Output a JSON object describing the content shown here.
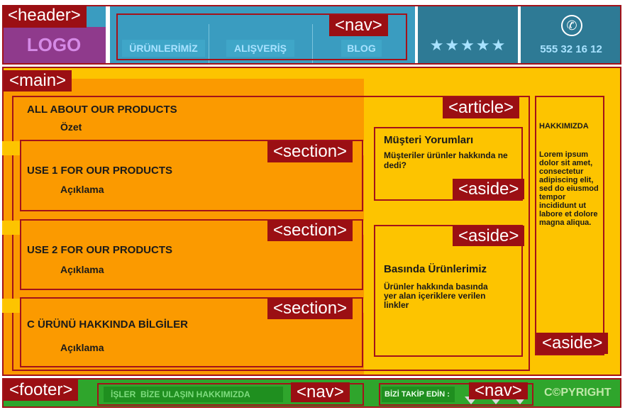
{
  "tags": {
    "header": "<header>",
    "nav_top": "<nav>",
    "main": "<main>",
    "article": "<article>",
    "section1": "<section>",
    "section2": "<section>",
    "section3": "<section>",
    "aside1": "<aside>",
    "aside2": "<aside>",
    "aside3": "<aside>",
    "footer": "<footer>",
    "nav_footer1": "<nav>",
    "nav_footer2": "<nav>"
  },
  "header": {
    "logo": "LOGO",
    "nav_items": [
      "ÜRÜNLERİMİZ",
      "ALIŞVERİŞ",
      "BLOG"
    ],
    "stars": "★★★★★",
    "phone_icon": "phone-icon",
    "phone": "555 32 16 12"
  },
  "article": {
    "title": "ALL ABOUT OUR PRODUCTS",
    "summary": "Özet",
    "sections": [
      {
        "title": "USE 1 FOR OUR PRODUCTS",
        "desc": "Açıklama"
      },
      {
        "title": "USE 2 FOR OUR PRODUCTS",
        "desc": "Açıklama"
      },
      {
        "title": "C ÜRÜNÜ HAKKINDA BİLGİLER",
        "desc": "Açıklama"
      }
    ]
  },
  "aside_reviews": {
    "title": "Müşteri Yorumları",
    "text": "Müşteriler ürünler hakkında ne dedi?"
  },
  "aside_press": {
    "title": "Basında Ürünlerimiz",
    "text": "Ürünler hakkında basında yer alan içeriklere verilen linkler"
  },
  "aside_about": {
    "title": "HAKKIMIZDA",
    "text": "Lorem ipsum dolor sit amet, consectetur adipiscing elit, sed do eiusmod tempor incididunt ut labore et dolore magna aliqua."
  },
  "footer": {
    "nav1": "İŞLER  BİZE ULAŞIN HAKKIMIZDA",
    "follow": "BİZİ TAKİP EDİN : ",
    "copyright": "C©PYRIGHT"
  },
  "colors": {
    "header_blue": "#3a9cc0",
    "header_dark": "#2e7a95",
    "logo_purple": "#8f3a8c",
    "main_yellow": "#fdc400",
    "orange": "#fb9a00",
    "footer_green": "#2fa52c",
    "tag_red": "#9b0f13"
  }
}
